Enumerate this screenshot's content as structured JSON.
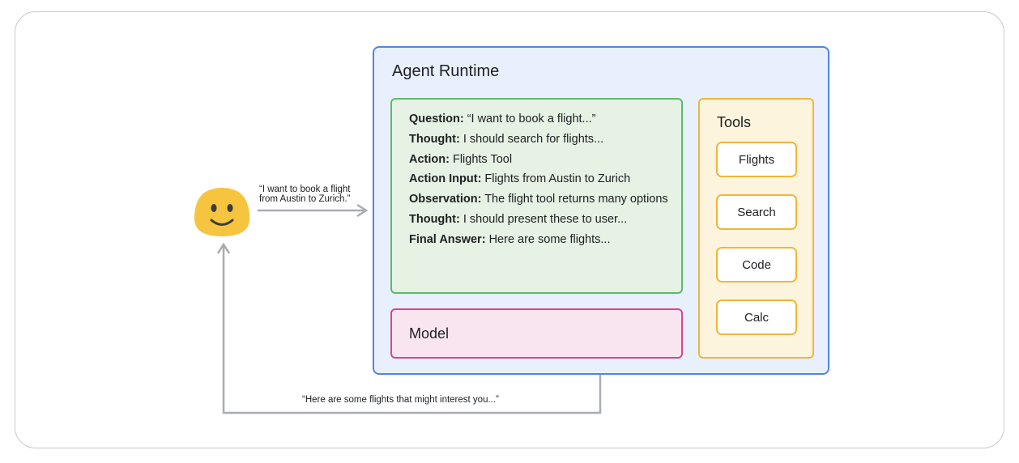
{
  "runtime": {
    "title": "Agent Runtime",
    "border_color": "#4f86e0",
    "fill_color": "#e9f0fd"
  },
  "reasoning": {
    "lines": [
      {
        "label": "Question:",
        "text": " “I want to book a flight...”"
      },
      {
        "label": "Thought:",
        "text": " I should search for flights..."
      },
      {
        "label": "Action:",
        "text": " Flights Tool"
      },
      {
        "label": "Action Input:",
        "text": " Flights from Austin to Zurich"
      },
      {
        "label": "Observation:",
        "text": " The flight tool returns many options"
      },
      {
        "label": "Thought:",
        "text": " I should present these to user..."
      },
      {
        "label": "Final Answer:",
        "text": " Here are some flights..."
      }
    ]
  },
  "model": {
    "label": "Model"
  },
  "tools": {
    "title": "Tools",
    "items": [
      "Flights",
      "Search",
      "Code",
      "Calc"
    ]
  },
  "user": {
    "icon": "smiley-face-icon",
    "quote_line1": "“I want to book a flight",
    "quote_line2": "from Austin to Zurich.”"
  },
  "reply": {
    "quote": "“Here are some flights that might interest you...”"
  }
}
